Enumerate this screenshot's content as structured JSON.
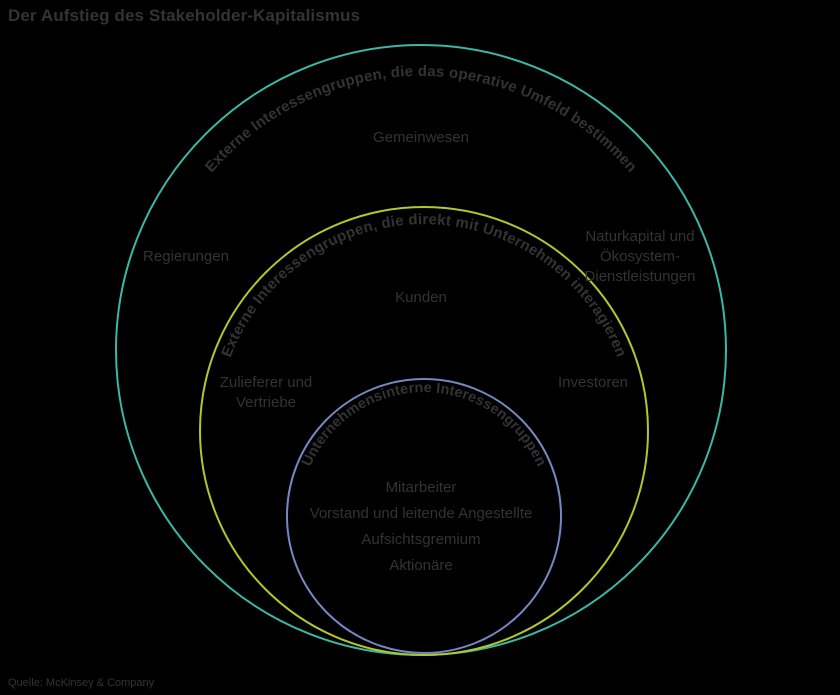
{
  "title": "Der Aufstieg des Stakeholder-Kapitalismus",
  "source": "Quelle: McKinsey & Company",
  "colors": {
    "background": "#000000",
    "text": "#333333",
    "outer_ring": "#3BB7A5",
    "middle_ring": "#B2C62E",
    "inner_ring": "#7588C4"
  },
  "diagram": {
    "type": "nested-circles",
    "rings": [
      {
        "id": "outer",
        "arc_label": "Externe Interessengruppen, die das operative Umfeld bestimmen",
        "members": [
          "Gemeinwesen",
          "Regierungen",
          "Naturkapital und Ökosystem-Dienstleistungen"
        ]
      },
      {
        "id": "middle",
        "arc_label": "Externe Interessengruppen, die direkt mit Unternehmen interagieren",
        "members": [
          "Kunden",
          "Zulieferer und Vertriebe",
          "Investoren"
        ]
      },
      {
        "id": "inner",
        "arc_label": "Unternehmensinterne Interessengruppen",
        "members": [
          "Mitarbeiter",
          "Vorstand und leitende Angestellte",
          "Aufsichtsgremium",
          "Aktionäre"
        ]
      }
    ],
    "labels": {
      "gemeinwesen": "Gemeinwesen",
      "regierungen": "Regierungen",
      "naturkapital_line1": "Naturkapital und",
      "naturkapital_line2": "Ökosystem-",
      "naturkapital_line3": "Dienstleistungen",
      "kunden": "Kunden",
      "zulieferer_line1": "Zulieferer und",
      "zulieferer_line2": "Vertriebe",
      "investoren": "Investoren",
      "mitarbeiter": "Mitarbeiter",
      "vorstand": "Vorstand und leitende Angestellte",
      "aufsichtsgremium": "Aufsichtsgremium",
      "aktionaere": "Aktionäre"
    }
  }
}
